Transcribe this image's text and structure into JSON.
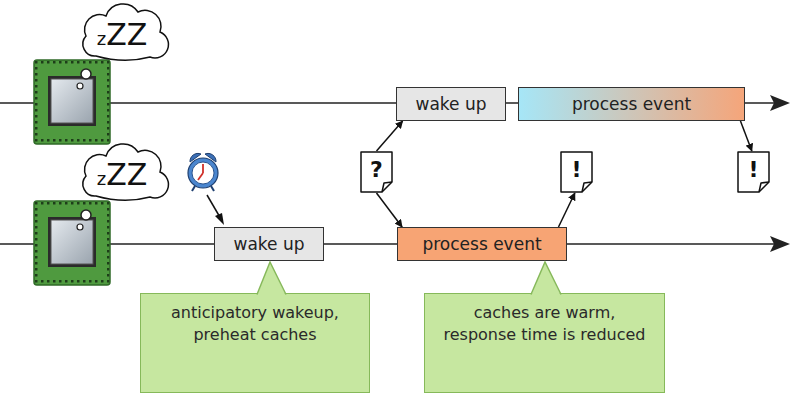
{
  "diagram": {
    "nodes": [
      {
        "text": [
          "zZZ"
        ]
      },
      {
        "text": [
          "wake up"
        ]
      },
      {
        "text": [
          "process event"
        ]
      },
      {
        "text": [
          "?"
        ]
      },
      {
        "text": [
          "!"
        ]
      },
      {
        "text": [
          "!"
        ]
      },
      {
        "text": [
          "zZZ"
        ]
      },
      {
        "text": [
          "wake up"
        ]
      },
      {
        "text": [
          "process event"
        ]
      },
      {
        "text": [
          "anticipatory wakeup, preheat caches"
        ]
      },
      {
        "text": [
          "caches are warm, response time is reduced"
        ]
      }
    ],
    "edges": [
      {
        "from": 3,
        "to": 1,
        "arrow": "to"
      },
      {
        "from": 3,
        "to": 8,
        "arrow": "to"
      },
      {
        "from": 2,
        "to": 5,
        "arrow": "to"
      },
      {
        "from": 8,
        "to": 4,
        "arrow": "to"
      }
    ]
  }
}
